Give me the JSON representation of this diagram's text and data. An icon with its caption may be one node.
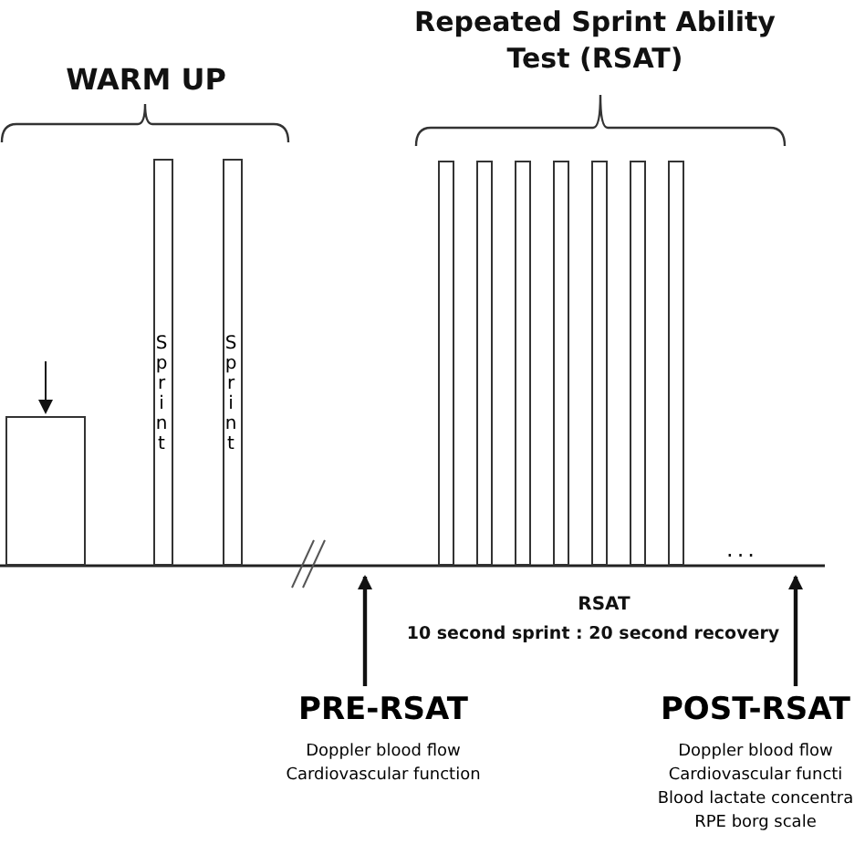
{
  "diagram": {
    "nodes": [
      {
        "text": [],
        "shape": "box"
      },
      {
        "text": [
          "Sprint"
        ]
      },
      {
        "text": [
          "Sprint"
        ]
      },
      {
        "text": [],
        "shape": "bar"
      },
      {
        "text": [],
        "shape": "bar"
      },
      {
        "text": [],
        "shape": "bar"
      },
      {
        "text": [],
        "shape": "bar"
      },
      {
        "text": [],
        "shape": "bar"
      },
      {
        "text": [],
        "shape": "bar"
      },
      {
        "text": [],
        "shape": "bar"
      },
      {
        "text": [
          "PRE-RSAT",
          "Doppler blood flow",
          "Cardiovascular function"
        ]
      },
      {
        "text": [
          "POST-RSAT",
          "Doppler blood flow",
          "Cardiovascular functi",
          "Blood lactate concentra",
          "RPE borg scale"
        ]
      }
    ],
    "edges": [
      {
        "from": null,
        "to": 0,
        "arrow": "to"
      },
      {
        "from": 10,
        "to": null,
        "arrow": "to"
      },
      {
        "from": 11,
        "to": null,
        "arrow": "to"
      }
    ],
    "labels": [
      "Repeated Sprint Ability Test (RSAT)",
      "WARM UP",
      "...",
      "RSAT",
      "10 second sprint : 20 second recovery"
    ]
  }
}
